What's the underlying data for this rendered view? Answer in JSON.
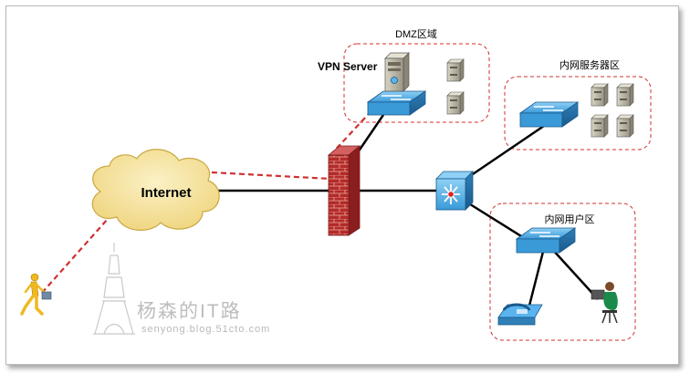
{
  "zones": {
    "dmz": "DMZ区域",
    "servers": "内网服务器区",
    "users": "内网用户区"
  },
  "labels": {
    "vpn_server": "VPN Server",
    "internet": "Internet"
  },
  "watermark": {
    "brand": "杨森的IT路",
    "url": "senyong.blog.51cto.com"
  },
  "colors": {
    "zone_border": "#d03030",
    "vpn_dash": "#d03030",
    "link": "#000000",
    "switch": "#3a9ad8",
    "cloud": "#f5e29a",
    "firewall": "#b52a2a"
  }
}
